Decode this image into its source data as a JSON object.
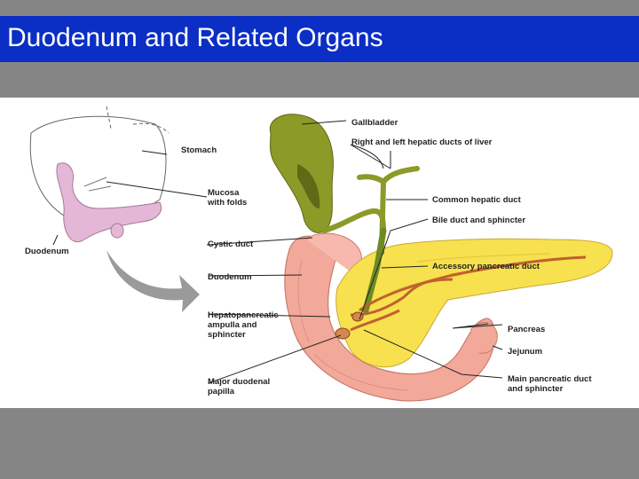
{
  "slide": {
    "title": "Duodenum and Related Organs"
  },
  "labels": {
    "stomach": "Stomach",
    "mucosa_line1": "Mucosa",
    "mucosa_line2": "with folds",
    "duodenum_small": "Duodenum",
    "cystic_duct": "Cystic duct",
    "duodenum": "Duodenum",
    "hepato_line1": "Hepatopancreatic",
    "hepato_line2": "ampulla and",
    "hepato_line3": "sphincter",
    "papilla_line1": "Major duodenal",
    "papilla_line2": "papilla",
    "gallbladder": "Gallbladder",
    "hepatic_ducts": "Right and left hepatic ducts of liver",
    "common_hepatic": "Common hepatic duct",
    "bile_duct": "Bile duct and sphincter",
    "accessory": "Accessory pancreatic duct",
    "pancreas": "Pancreas",
    "jejunum": "Jejunum",
    "main_line1": "Main pancreatic duct",
    "main_line2": "and sphincter"
  },
  "colors": {
    "title_bar": "#0b2fc4",
    "background": "#858585",
    "pancreas": "#f7e14e",
    "duodenum": "#f2a99a",
    "gallbladder": "#8c9a28",
    "ducts": "#c0612e"
  }
}
